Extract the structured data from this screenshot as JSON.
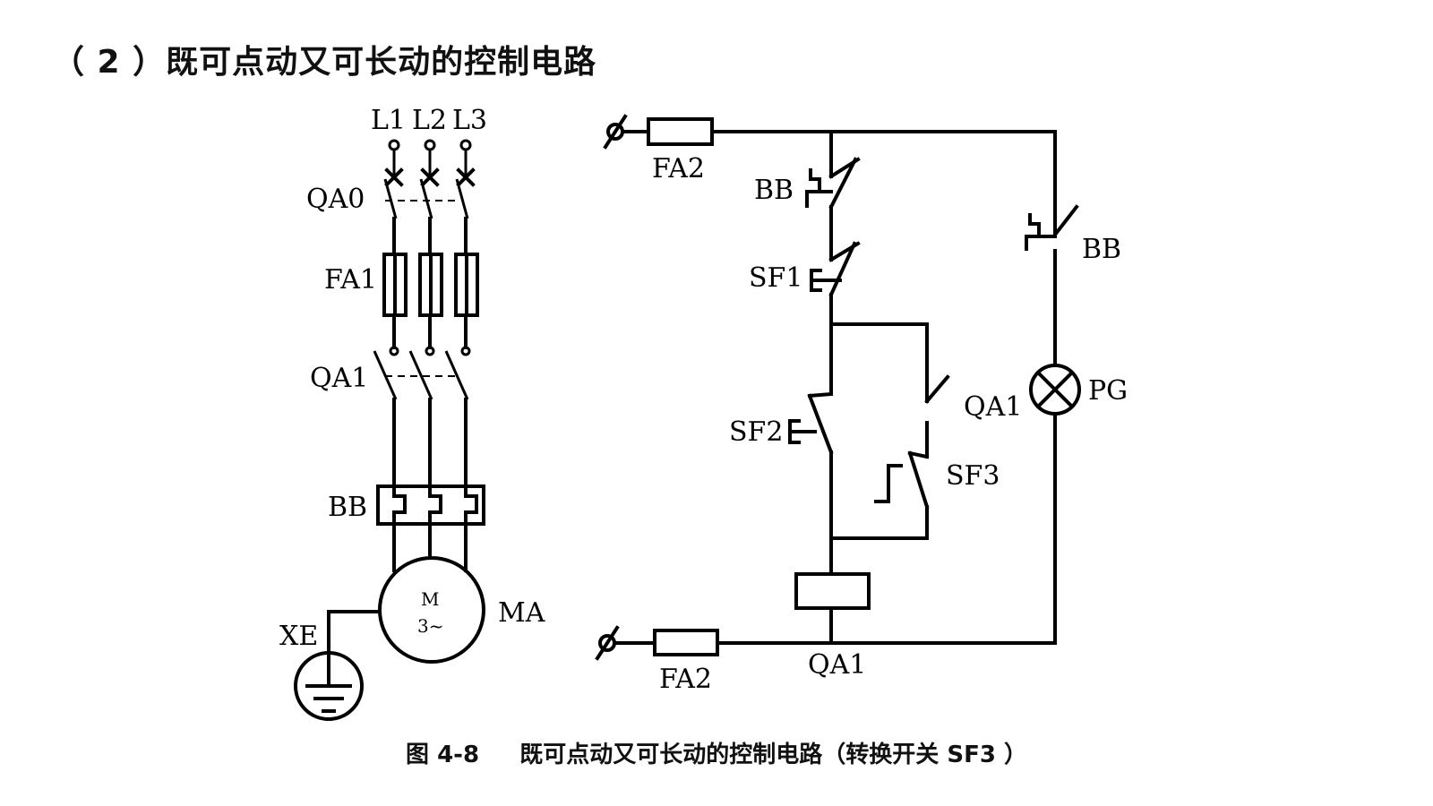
{
  "heading": "（ 2 ）既可点动又可长动的控制电路",
  "caption": "图 4-8     既可点动又可长动的控制电路（转换开关 SF3 ）",
  "power_circuit": {
    "phases": [
      "L1",
      "L2",
      "L3"
    ],
    "qa0": "QA0",
    "fa1": "FA1",
    "qa1": "QA1",
    "bb": "BB",
    "motor_top": "M",
    "motor_bottom": "3~",
    "ma": "MA",
    "xe": "XE"
  },
  "control_circuit": {
    "fa2_top": "FA2",
    "fa2_bottom": "FA2",
    "bb_contact": "BB",
    "sf1": "SF1",
    "sf2": "SF2",
    "qa1_contact": "QA1",
    "sf3": "SF3",
    "qa1_coil": "QA1",
    "bb_lamp_branch": "BB",
    "pg": "PG"
  }
}
